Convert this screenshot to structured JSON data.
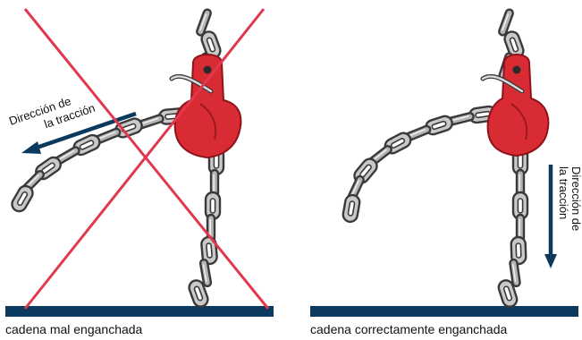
{
  "panels": {
    "left": {
      "arrow_label_line1": "Dirección de",
      "arrow_label_line2": "la tracción",
      "caption": "cadena mal enganchada"
    },
    "right": {
      "arrow_label_line1": "Dirección de",
      "arrow_label_line2": "la tracción",
      "caption": "cadena correctamente enganchada"
    }
  },
  "colors": {
    "cross": "#e0384f",
    "floor": "#0b3a5e",
    "arrow": "#0b3a5e",
    "hook": "#d92b33",
    "chain_outline": "#3c3c3c",
    "chain_fill": "#c8c8c8"
  },
  "icons": {
    "hook": "grab-hook-icon",
    "wrong_mark": "red-x-icon"
  }
}
